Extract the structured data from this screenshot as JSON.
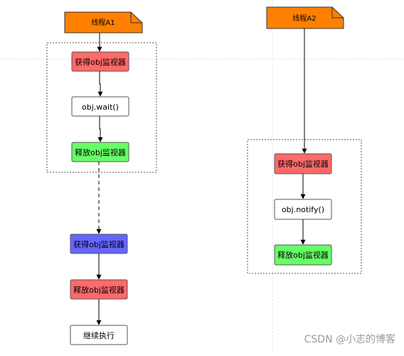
{
  "threads": {
    "a1": {
      "label": "线程A1"
    },
    "a2": {
      "label": "线程A2"
    }
  },
  "nodes": {
    "a1_acquire": "获得obj监视器",
    "a1_wait": "obj.wait()",
    "a1_release": "释放obj监视器",
    "a1_reacquire": "获得obj监视器",
    "a1_release2": "释放obj监视器",
    "a1_continue": "继续执行",
    "a2_acquire": "获得obj监视器",
    "a2_notify": "obj.notify()",
    "a2_release": "释放obj监视器"
  },
  "watermark": "CSDN @小志的博客",
  "colors": {
    "thread": "#ff8000",
    "acquire": "#ff6a6a",
    "release": "#66ff66",
    "reacquire": "#6666ff",
    "plain": "#ffffff",
    "border": "#555555"
  }
}
